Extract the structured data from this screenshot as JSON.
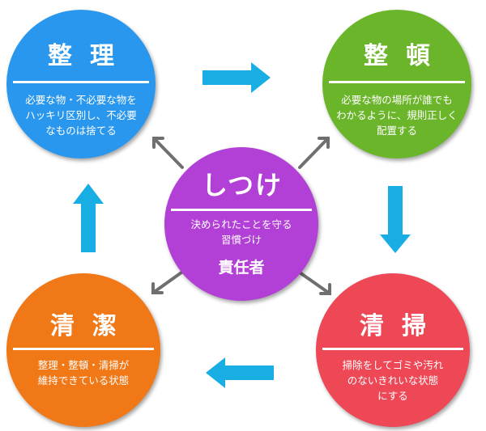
{
  "center": {
    "title": "しつけ",
    "desc_lines": [
      "決められたことを守る",
      "習慣づけ"
    ],
    "sub": "責任者",
    "color": "#b23fd6"
  },
  "steps": {
    "seiri": {
      "title": "整理",
      "desc_lines": [
        "必要な物・不必要な物を",
        "ハッキリ区別し、不必要",
        "なものは捨てる"
      ],
      "color": "#2a97ee"
    },
    "seiton": {
      "title": "整頓",
      "desc_lines": [
        "必要な物の場所が誰でも",
        "わかるように、規則正しく",
        "配置する"
      ],
      "color": "#6bb52a"
    },
    "seiso": {
      "title": "清掃",
      "desc_lines": [
        "掃除をしてゴミや汚れ",
        "のないきれいな状態",
        "にする"
      ],
      "color": "#ee4756"
    },
    "seiketsu": {
      "title": "清潔",
      "desc_lines": [
        "整理・整頓・清掃が",
        "維持できている状態"
      ],
      "color": "#f07817"
    }
  },
  "arrow_color": "#19aee3",
  "connector_color": "#6f6f6f"
}
